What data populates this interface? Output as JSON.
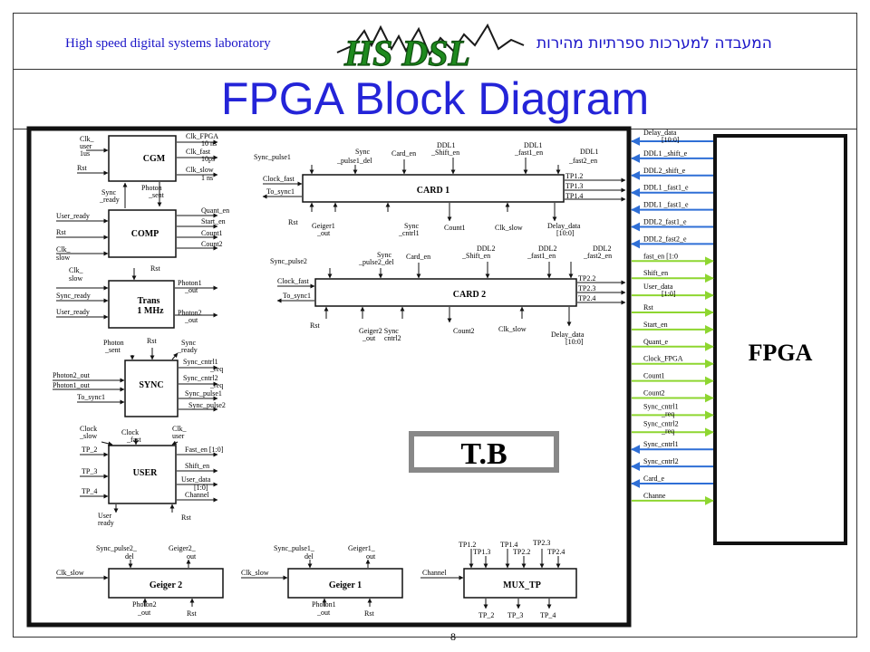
{
  "header": {
    "lab_name_en": "High speed digital systems laboratory",
    "lab_name_he": "המעבדה למערכות ספרתיות מהירות",
    "logo_text": "HS DSL"
  },
  "slide": {
    "title": "FPGA Block Diagram",
    "page_number": "8"
  },
  "diagram": {
    "tb_label": "T.B",
    "fpga_label": "FPGA",
    "blocks": {
      "cgm": {
        "name": "CGM",
        "inputs": [
          "Clk_user 1us",
          "Rst"
        ],
        "outputs": [
          "Clk_FPGA 10 ns",
          "Clk_fast 10ps",
          "Clk_slow 1 ns"
        ],
        "bottom_top": [
          "Sync _ready",
          "Photon _sent"
        ]
      },
      "comp": {
        "name": "COMP",
        "inputs": [
          "User_ready",
          "Rst",
          "Clk_ slow"
        ],
        "outputs": [
          "Quant_en",
          "Start_en",
          "Count1",
          "Count2"
        ]
      },
      "trans": {
        "name": "Trans 1 MHz",
        "inputs": [
          "Clk_ slow",
          "Sync_ready",
          "User_ready"
        ],
        "top": "Rst",
        "outputs": [
          "Photon1 _out",
          "Photon2 _out"
        ]
      },
      "sync": {
        "name": "SYNC",
        "top": [
          "Photon _sent",
          "Rst",
          "Sync _ready"
        ],
        "inputs": [
          "Photon2_out",
          "Photon1_out",
          "To_sync1"
        ],
        "outputs": [
          "Sync_cntrl1 _req",
          "Sync_cntrl2 _req",
          "Sync_pulse1",
          "Sync_pulse2"
        ]
      },
      "user": {
        "name": "USER",
        "top": [
          "Clock _slow",
          "Clock _fast",
          "Clk_ user"
        ],
        "inputs": [
          "TP_2",
          "TP_3",
          "TP_4"
        ],
        "outputs": [
          "Fast_en [1:0]",
          "Shift_en",
          "User_data [1:0]",
          "Channel"
        ],
        "bottom": [
          "User ready",
          "Rst"
        ]
      },
      "geiger2": {
        "name": "Geiger 2",
        "top": [
          "Sync_pulse2_ del",
          "Geiger2_ out"
        ],
        "left": "Clk_slow",
        "bottom": [
          "Photon2 _out",
          "Rst"
        ]
      },
      "geiger1": {
        "name": "Geiger 1",
        "top": [
          "Sync_pulse1_ del",
          "Geiger1_ out"
        ],
        "left": "Clk_slow",
        "bottom": [
          "Photon1 _out",
          "Rst"
        ]
      },
      "mux_tp": {
        "name": "MUX_TP",
        "top": [
          "TP1.2",
          "TP1.3",
          "TP1.4",
          "TP2.2",
          "TP2.3",
          "TP2.4"
        ],
        "left": "Channel",
        "bottom": [
          "TP_2",
          "TP_3",
          "TP_4"
        ]
      },
      "card1": {
        "name": "CARD 1",
        "top": [
          "Sync_pulse1",
          "Sync _pulse1_del",
          "Card_en",
          "DDL1 _Shift_en",
          "DDL1 _fast1_en",
          "DDL1 _fast2_en"
        ],
        "left": [
          "Clock_fast",
          "To_sync1"
        ],
        "right": [
          "TP1.2",
          "TP1.3",
          "TP1.4"
        ],
        "bottom": [
          "Rst",
          "Geiger1 _out",
          "Sync _cntrl1",
          "Count1",
          "Clk_slow",
          "Delay_data [10:0]"
        ]
      },
      "card2": {
        "name": "CARD 2",
        "top": [
          "Sync_pulse2",
          "Sync _pulse2_del",
          "Card_en",
          "DDL2 _Shift_en",
          "DDL2 _fast1_en",
          "DDL2 _fast2_en"
        ],
        "left": [
          "Clock_fast",
          "To_sync1"
        ],
        "right": [
          "TP2.2",
          "TP2.3",
          "TP2.4"
        ],
        "bottom": [
          "Rst",
          "Geiger2 Sync _out cntrl2",
          "Count2",
          "Clk_slow",
          "Delay_data [10:0]"
        ]
      }
    },
    "interface_signals": [
      {
        "label": "Delay_data [10:0]",
        "dir": "out"
      },
      {
        "label": "DDL1 _shift_e",
        "dir": "out"
      },
      {
        "label": "DDL2_shift_e",
        "dir": "out"
      },
      {
        "label": "DDL1 _fast1_e",
        "dir": "out"
      },
      {
        "label": "DDL1 _fast1_e",
        "dir": "out"
      },
      {
        "label": "DDL2_fast1_e",
        "dir": "out"
      },
      {
        "label": "DDL2_fast2_e",
        "dir": "out"
      },
      {
        "label": "fast_en [1:0",
        "dir": "in"
      },
      {
        "label": "Shift_en",
        "dir": "in"
      },
      {
        "label": "User_data [1:0]",
        "dir": "in"
      },
      {
        "label": "Rst",
        "dir": "in"
      },
      {
        "label": "Start_en",
        "dir": "in"
      },
      {
        "label": "Quant_e",
        "dir": "in"
      },
      {
        "label": "Clock_FPGA",
        "dir": "in"
      },
      {
        "label": "Count1",
        "dir": "in"
      },
      {
        "label": "Count2",
        "dir": "in"
      },
      {
        "label": "Sync_cntrl1 _req",
        "dir": "in"
      },
      {
        "label": "Sync_cntrl2 _req",
        "dir": "in"
      },
      {
        "label": "Sync_cntrl1",
        "dir": "out"
      },
      {
        "label": "Sync_cntrl2",
        "dir": "out"
      },
      {
        "label": "Card_e",
        "dir": "out"
      },
      {
        "label": "Channe",
        "dir": "in"
      }
    ],
    "colors": {
      "in_arrow": "#8ed630",
      "out_arrow": "#2f6fd6",
      "title": "#2424d8",
      "header": "#1a14c8"
    }
  }
}
